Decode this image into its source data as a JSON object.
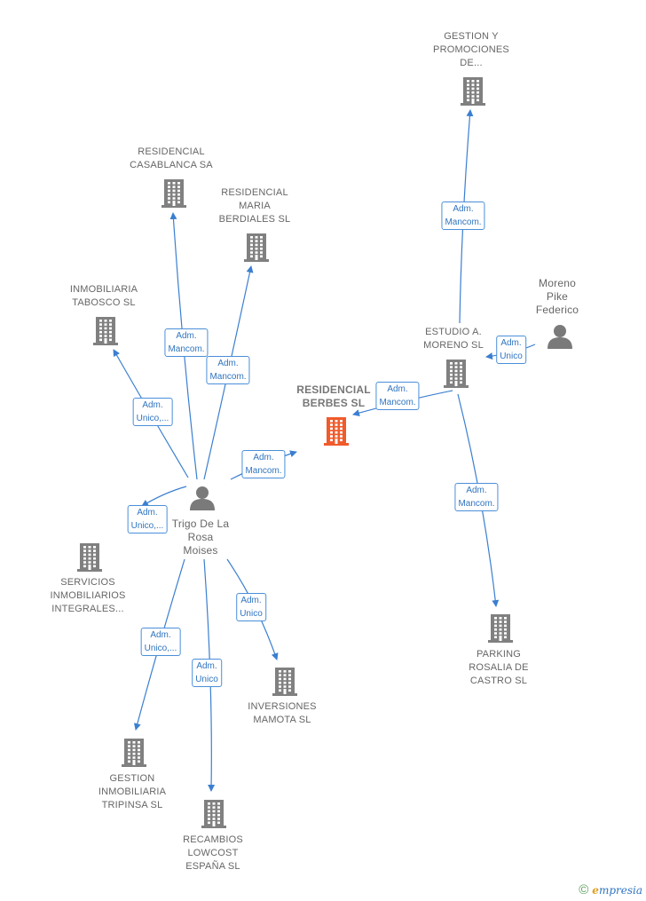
{
  "colors": {
    "company": "#808080",
    "main_company": "#f15a2b",
    "person": "#7a7a7a",
    "edge": "#3a7fd0",
    "edge_label_border": "#4a8fd9"
  },
  "nodes": [
    {
      "id": "n0",
      "kind": "main",
      "icon": "building-icon",
      "lines": [
        "RESIDENCIAL",
        "BERBES  SL"
      ]
    },
    {
      "id": "n1",
      "kind": "person",
      "icon": "person-icon",
      "lines": [
        "Trigo De La",
        "Rosa",
        "Moises"
      ]
    },
    {
      "id": "n2",
      "kind": "company",
      "icon": "building-icon",
      "lines": [
        "RESIDENCIAL",
        "CASABLANCA SA"
      ]
    },
    {
      "id": "n3",
      "kind": "company",
      "icon": "building-icon",
      "lines": [
        "RESIDENCIAL",
        "MARIA",
        "BERDIALES  SL"
      ]
    },
    {
      "id": "n4",
      "kind": "company",
      "icon": "building-icon",
      "lines": [
        "INMOBILIARIA",
        "TABOSCO  SL"
      ]
    },
    {
      "id": "n5",
      "kind": "company",
      "icon": "building-icon",
      "lines": [
        "SERVICIOS",
        "INMOBILIARIOS",
        "INTEGRALES..."
      ]
    },
    {
      "id": "n6",
      "kind": "company",
      "icon": "building-icon",
      "lines": [
        "GESTION",
        "INMOBILIARIA",
        "TRIPINSA  SL"
      ]
    },
    {
      "id": "n7",
      "kind": "company",
      "icon": "building-icon",
      "lines": [
        "RECAMBIOS",
        "LOWCOST",
        "ESPAÑA  SL"
      ]
    },
    {
      "id": "n8",
      "kind": "company",
      "icon": "building-icon",
      "lines": [
        "INVERSIONES",
        "MAMOTA  SL"
      ]
    },
    {
      "id": "n9",
      "kind": "company",
      "icon": "building-icon",
      "lines": [
        "ESTUDIO A.",
        "MORENO  SL"
      ]
    },
    {
      "id": "n10",
      "kind": "company",
      "icon": "building-icon",
      "lines": [
        "GESTION Y",
        "PROMOCIONES",
        "DE..."
      ]
    },
    {
      "id": "n11",
      "kind": "person",
      "icon": "person-icon",
      "lines": [
        "Moreno",
        "Pike",
        "Federico"
      ]
    },
    {
      "id": "n12",
      "kind": "company",
      "icon": "building-icon",
      "lines": [
        "PARKING",
        "ROSALIA DE",
        "CASTRO SL"
      ]
    }
  ],
  "edges": [
    {
      "from": "n1",
      "to": "n2",
      "label": [
        "Adm.",
        "Mancom."
      ]
    },
    {
      "from": "n1",
      "to": "n3",
      "label": [
        "Adm.",
        "Mancom."
      ]
    },
    {
      "from": "n1",
      "to": "n4",
      "label": [
        "Adm.",
        "Unico,..."
      ]
    },
    {
      "from": "n1",
      "to": "n0",
      "label": [
        "Adm.",
        "Mancom."
      ]
    },
    {
      "from": "n1",
      "to": "n5",
      "label": [
        "Adm.",
        "Unico,..."
      ]
    },
    {
      "from": "n1",
      "to": "n6",
      "label": [
        "Adm.",
        "Unico,..."
      ]
    },
    {
      "from": "n1",
      "to": "n7",
      "label": [
        "Adm.",
        "Unico"
      ]
    },
    {
      "from": "n1",
      "to": "n8",
      "label": [
        "Adm.",
        "Unico"
      ]
    },
    {
      "from": "n9",
      "to": "n0",
      "label": [
        "Adm.",
        "Mancom."
      ]
    },
    {
      "from": "n9",
      "to": "n10",
      "label": [
        "Adm.",
        "Mancom."
      ]
    },
    {
      "from": "n11",
      "to": "n9",
      "label": [
        "Adm.",
        "Unico"
      ]
    },
    {
      "from": "n9",
      "to": "n12",
      "label": [
        "Adm.",
        "Mancom."
      ]
    }
  ],
  "footer": {
    "copyright_symbol": "©",
    "brand_initial": "e",
    "brand_rest": "mpresia"
  }
}
